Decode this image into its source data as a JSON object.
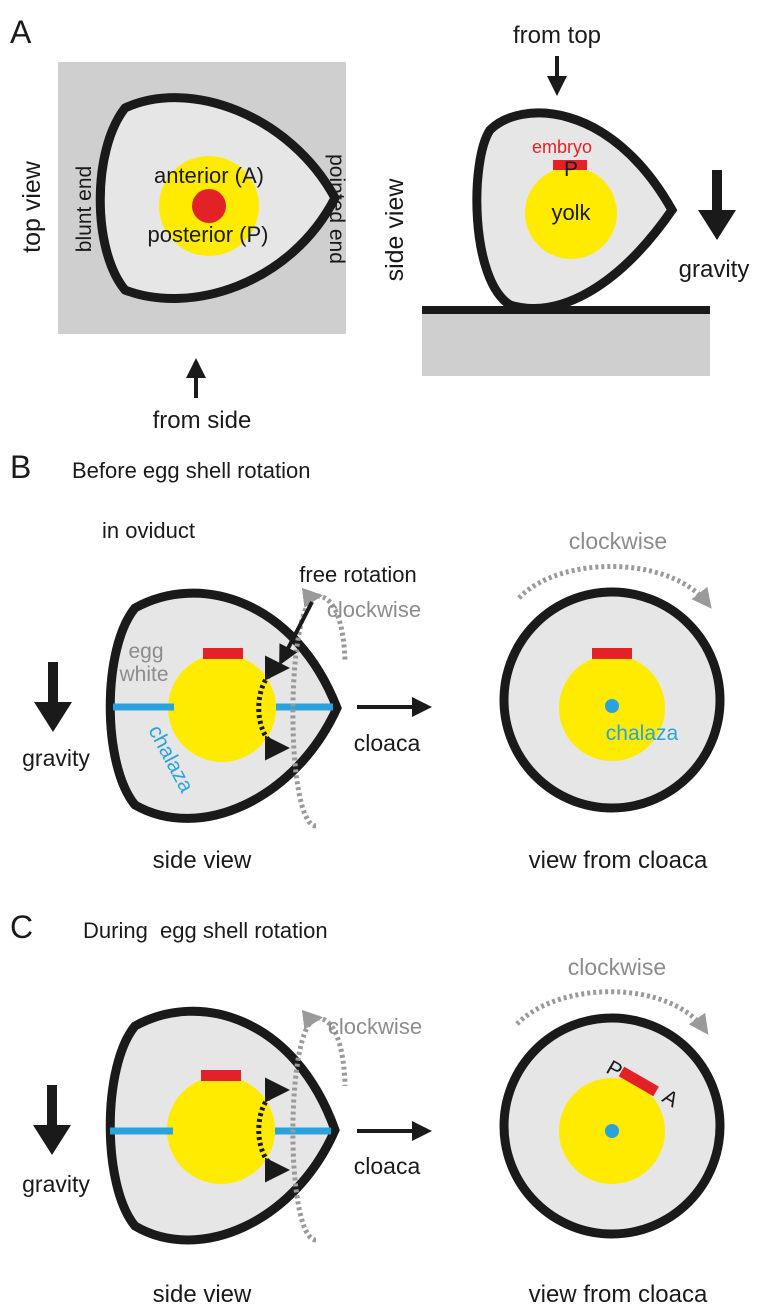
{
  "panel_a": {
    "letter": "A",
    "top_view_label": "top view",
    "blunt_end": "blunt end",
    "pointed_end": "pointed end",
    "anterior": "anterior (A)",
    "posterior": "posterior (P)",
    "from_side": "from side",
    "from_top": "from top",
    "side_view_label": "side view",
    "embryo": "embryo",
    "p_mark": "P",
    "yolk": "yolk",
    "gravity": "gravity"
  },
  "panel_b": {
    "letter": "B",
    "title": "Before egg shell rotation",
    "in_oviduct": "in oviduct",
    "free_rotation": "free rotation",
    "clockwise_side": "clockwise",
    "egg": "egg",
    "white": "white",
    "chalaza_side": "chalaza",
    "gravity": "gravity",
    "cloaca": "cloaca",
    "side_view_caption": "side view",
    "clockwise_cloaca": "clockwise",
    "chalaza_cloaca": "chalaza",
    "cloaca_view_caption": "view from cloaca"
  },
  "panel_c": {
    "letter": "C",
    "title": "During  egg shell rotation",
    "clockwise_side": "clockwise",
    "gravity": "gravity",
    "cloaca": "cloaca",
    "side_view_caption": "side view",
    "clockwise_cloaca": "clockwise",
    "p_mark": "P",
    "a_mark": "A",
    "cloaca_view_caption": "view from cloaca"
  },
  "colors": {
    "shell_fill": "#e6e6e6",
    "outline": "#1a1a1a",
    "yolk": "#ffeb00",
    "embryo": "#e32228",
    "chalaza": "#2aa3dc",
    "rotation_gray": "#9a9a9a"
  }
}
